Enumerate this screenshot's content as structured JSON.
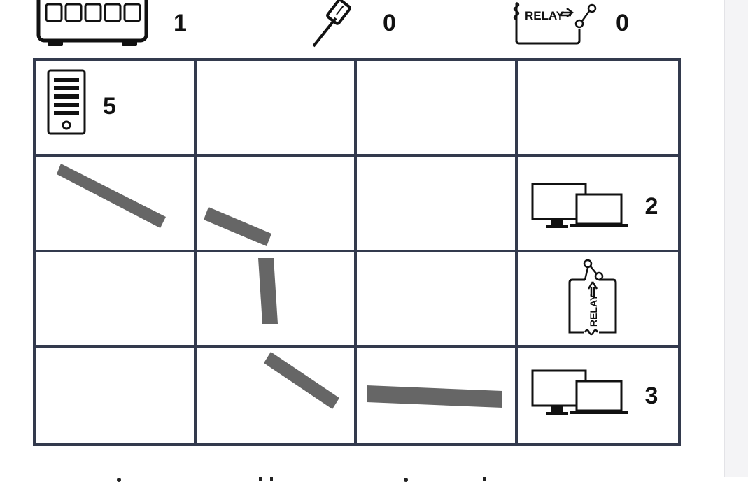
{
  "inventory": [
    {
      "name": "switch",
      "icon": "network-switch-icon",
      "count": "1"
    },
    {
      "name": "cable",
      "icon": "ethernet-cable-icon",
      "count": "0"
    },
    {
      "name": "relay",
      "icon": "relay-icon",
      "count": "0"
    }
  ],
  "relay_label": "RELAY",
  "grid": {
    "rows": 4,
    "cols": 4,
    "cells": [
      {
        "row": 1,
        "col": 1,
        "item": "server-icon",
        "count": "5"
      },
      {
        "row": 2,
        "col": 4,
        "item": "computers-icon",
        "count": "2"
      },
      {
        "row": 3,
        "col": 4,
        "item": "relay-icon",
        "label": "RELAY"
      },
      {
        "row": 4,
        "col": 4,
        "item": "computers-icon",
        "count": "3"
      }
    ],
    "cable_segments": [
      {
        "row": 2,
        "col": 1,
        "type": "diagonal-down"
      },
      {
        "row": 2,
        "col": 2,
        "type": "diagonal-down"
      },
      {
        "row": 3,
        "col": 2,
        "type": "vertical"
      },
      {
        "row": 4,
        "col": 2,
        "type": "diagonal-down"
      },
      {
        "row": 4,
        "col": 3,
        "type": "horizontal"
      }
    ]
  },
  "colors": {
    "grid": "#333a4d",
    "cable": "#666666",
    "icon": "#111111"
  }
}
